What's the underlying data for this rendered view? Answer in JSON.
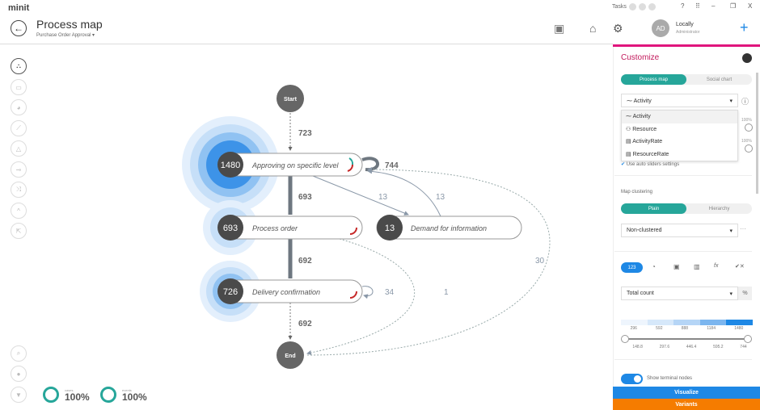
{
  "app": {
    "brand": "minit",
    "tasks_label": "Tasks",
    "window_controls": [
      "?",
      "⠿",
      "–",
      "❐",
      "X"
    ]
  },
  "header": {
    "title": "Process map",
    "subtitle": "Purchase Order Approval",
    "user_name": "Locally",
    "user_role": "Administrator",
    "avatar_initials": "AD"
  },
  "map": {
    "start": "Start",
    "end": "End",
    "nodes": [
      {
        "count": "1480",
        "label": "Approving on specific level"
      },
      {
        "count": "693",
        "label": "Process order"
      },
      {
        "count": "13",
        "label": "Demand for information"
      },
      {
        "count": "726",
        "label": "Delivery confirmation"
      }
    ],
    "edges": {
      "start_approving": "723",
      "approving_loop": "744",
      "approving_process": "693",
      "approving_demand": "13",
      "demand_approving": "13",
      "process_delivery": "692",
      "end_approving": "30",
      "delivery_loop": "34",
      "process_end": "1",
      "delivery_end": "692"
    }
  },
  "stats": {
    "cases_label": "cases",
    "cases_value": "100%",
    "events_label": "events",
    "events_value": "100%"
  },
  "panel": {
    "title": "Customize",
    "view_tabs": [
      "Process map",
      "Social chart"
    ],
    "type_select": "Activity",
    "type_options": [
      "Activity",
      "Resource",
      "ActivityRate",
      "ResourceRate"
    ],
    "slider_pcts": [
      "100%",
      "100%"
    ],
    "auto_sliders": "Use auto sliders settings",
    "clustering_label": "Map clustering",
    "clustering_tabs": [
      "Plain",
      "Hierarchy"
    ],
    "clustering_select": "Non-clustered",
    "metric_select": "Total count",
    "percent_btn": "%",
    "metric_tab": "123",
    "legend_ticks": [
      "296",
      "592",
      "888",
      "1184",
      "1480"
    ],
    "range_ticks": [
      "148.8",
      "297.6",
      "446.4",
      "595.2",
      "744"
    ],
    "terminal_nodes": "Show terminal nodes",
    "visualize": "Visualize",
    "variants": "Variants"
  }
}
